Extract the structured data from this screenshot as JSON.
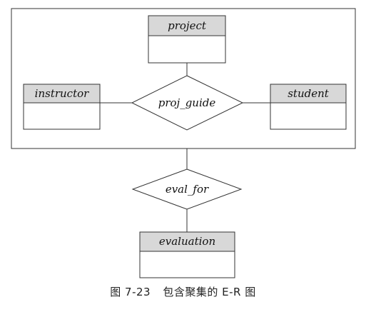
{
  "diagram": {
    "aggregation": {
      "entities": {
        "project": "project",
        "instructor": "instructor",
        "student": "student"
      },
      "relationship": "proj_guide"
    },
    "outer": {
      "relationship": "eval_for",
      "entity": "evaluation"
    }
  },
  "caption": {
    "figure_number": "图 7-23",
    "title": "包含聚集的 E-R 图"
  },
  "colors": {
    "entity_header": "#d8d8d8",
    "line": "#333333",
    "background": "#ffffff"
  }
}
